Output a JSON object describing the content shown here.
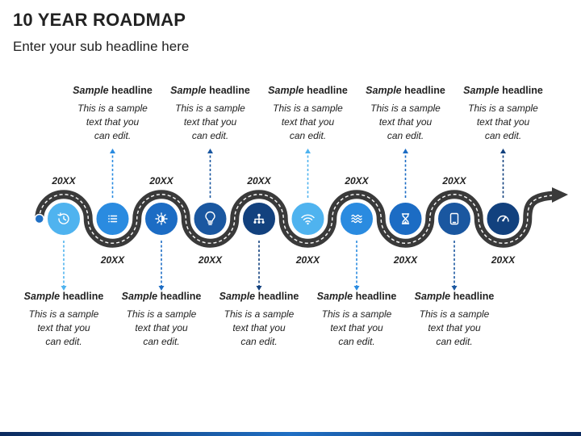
{
  "title": "10 YEAR ROADMAP",
  "subtitle": "Enter your sub headline here",
  "milestones": [
    {
      "year": "20XX",
      "head_em": "Sample",
      "head_rest": " headline",
      "line1": "This is a sample",
      "line2": "text that you",
      "line3": "can edit.",
      "icon": "history-icon",
      "color": "#4fb3ef",
      "pos": "bottom"
    },
    {
      "year": "20XX",
      "head_em": "Sample",
      "head_rest": " headline",
      "line1": "This is a sample",
      "line2": "text that you",
      "line3": "can edit.",
      "icon": "list-icon",
      "color": "#2a8be0",
      "pos": "top"
    },
    {
      "year": "20XX",
      "head_em": "Sample",
      "head_rest": " headline",
      "line1": "This is a sample",
      "line2": "text that you",
      "line3": "can edit.",
      "icon": "brightness-icon",
      "color": "#1c6cc4",
      "pos": "bottom"
    },
    {
      "year": "20XX",
      "head_em": "Sample",
      "head_rest": " headline",
      "line1": "This is a sample",
      "line2": "text that you",
      "line3": "can edit.",
      "icon": "lightbulb-icon",
      "color": "#1a57a0",
      "pos": "top"
    },
    {
      "year": "20XX",
      "head_em": "Sample",
      "head_rest": " headline",
      "line1": "This is a sample",
      "line2": "text that you",
      "line3": "can edit.",
      "icon": "hierarchy-icon",
      "color": "#12417e",
      "pos": "bottom"
    },
    {
      "year": "20XX",
      "head_em": "Sample",
      "head_rest": " headline",
      "line1": "This is a sample",
      "line2": "text that you",
      "line3": "can edit.",
      "icon": "wifi-icon",
      "color": "#4fb3ef",
      "pos": "top"
    },
    {
      "year": "20XX",
      "head_em": "Sample",
      "head_rest": " headline",
      "line1": "This is a sample",
      "line2": "text that you",
      "line3": "can edit.",
      "icon": "waves-icon",
      "color": "#2a8be0",
      "pos": "bottom"
    },
    {
      "year": "20XX",
      "head_em": "Sample",
      "head_rest": " headline",
      "line1": "This is a sample",
      "line2": "text that you",
      "line3": "can edit.",
      "icon": "hourglass-icon",
      "color": "#1c6cc4",
      "pos": "top"
    },
    {
      "year": "20XX",
      "head_em": "Sample",
      "head_rest": " headline",
      "line1": "This is a sample",
      "line2": "text that you",
      "line3": "can edit.",
      "icon": "tablet-icon",
      "color": "#1a57a0",
      "pos": "bottom"
    },
    {
      "year": "20XX",
      "head_em": "Sample",
      "head_rest": " headline",
      "line1": "This is a sample",
      "line2": "text that you",
      "line3": "can edit.",
      "icon": "speedometer-icon",
      "color": "#12417e",
      "pos": "top"
    }
  ],
  "colors": {
    "road": "#3a3a3a",
    "dash": "#ffffff",
    "start_dot": "#1f6fc4"
  }
}
